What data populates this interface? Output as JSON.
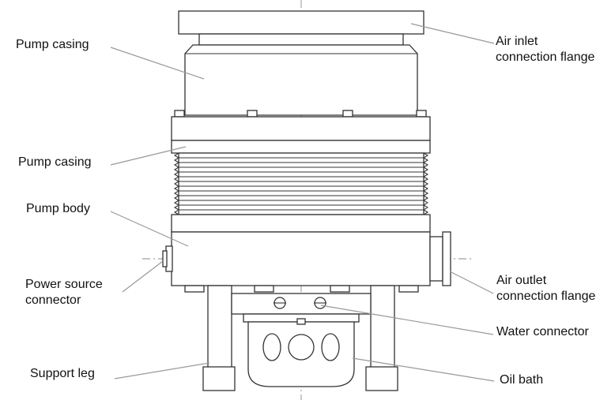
{
  "labels": {
    "pump_casing_top": "Pump casing",
    "pump_casing_mid": "Pump casing",
    "pump_body": "Pump body",
    "power_source_1": "Power source",
    "power_source_2": "connector",
    "support_leg": "Support leg",
    "air_inlet_1": "Air inlet",
    "air_inlet_2": "connection flange",
    "air_outlet_1": "Air outlet",
    "air_outlet_2": "connection flange",
    "water_connector": "Water connector",
    "oil_bath": "Oil bath"
  },
  "colors": {
    "outline": "#333333",
    "leader_line": "#999999",
    "centerline": "#888888"
  }
}
